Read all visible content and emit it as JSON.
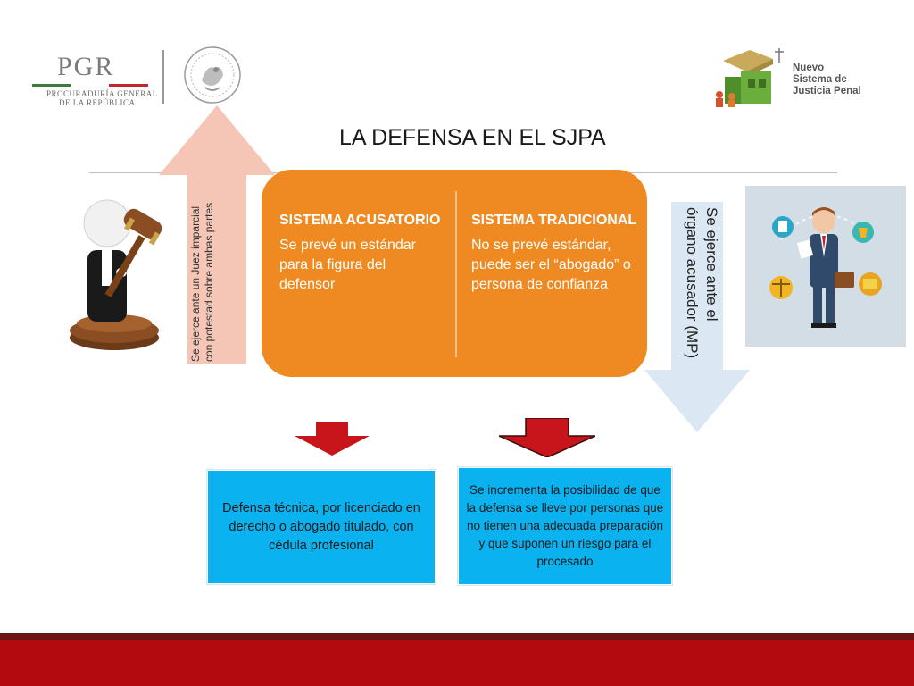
{
  "header": {
    "pgr_logo_text": "PGR",
    "pgr_subtitle_line1": "PROCURADURÍA GENERAL",
    "pgr_subtitle_line2": "DE LA REPÚBLICA",
    "nsjp_logo_lines": [
      "Nuevo",
      "Sistema de",
      "Justicia Penal"
    ]
  },
  "title": "LA DEFENSA EN EL SJPA",
  "left_arrow": {
    "lines": [
      "Se ejerce ante un Juez imparcial",
      "con potestad sobre ambas partes"
    ],
    "color": "#f5c6b5"
  },
  "right_arrow": {
    "lines": [
      "Se ejerce ante el",
      "órgano acusador (MP)"
    ],
    "color": "#dbe8f3"
  },
  "center_box": {
    "color": "#ef8a22",
    "columns": [
      {
        "heading": "SISTEMA ACUSATORIO",
        "body": "Se prevé un estándar para la figura del defensor"
      },
      {
        "heading": "SISTEMA TRADICIONAL",
        "body": "No se prevé estándar, puede ser el “abogado” o persona de confianza"
      }
    ]
  },
  "results": [
    {
      "text": "Defensa técnica, por licenciado en derecho o abogado titulado, con cédula profesional"
    },
    {
      "text": "Se incrementa la posibilidad de que la defensa se lleve por personas que no tienen una adecuada preparación y que suponen un riesgo para el procesado"
    }
  ],
  "colors": {
    "result_box": "#0ab2ef",
    "red_arrow": "#c8151b",
    "footer_red": "#b30a10",
    "footer_dark": "#6b1414"
  },
  "icons": [
    "pgr-logo",
    "mexico-seal-icon",
    "nsjp-logo",
    "judge-gavel-icon",
    "lawyer-illustration-icon",
    "red-down-arrow-icon"
  ]
}
